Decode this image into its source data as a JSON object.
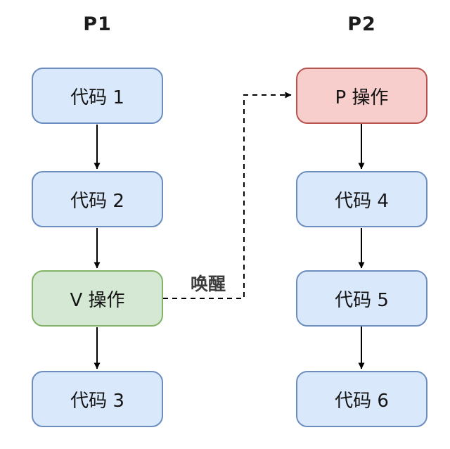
{
  "diagram": {
    "columns": [
      {
        "title": "P1",
        "nodes": [
          {
            "label": "代码 1",
            "type": "code"
          },
          {
            "label": "代码 2",
            "type": "code"
          },
          {
            "label": "V 操作",
            "type": "v-operation"
          },
          {
            "label": "代码 3",
            "type": "code"
          }
        ]
      },
      {
        "title": "P2",
        "nodes": [
          {
            "label": "P 操作",
            "type": "p-operation"
          },
          {
            "label": "代码 4",
            "type": "code"
          },
          {
            "label": "代码 5",
            "type": "code"
          },
          {
            "label": "代码 6",
            "type": "code"
          }
        ]
      }
    ],
    "wake_edge": {
      "label": "唤醒",
      "from": "V 操作",
      "to": "P 操作",
      "style": "dashed"
    },
    "colors": {
      "code_fill": "#dae8fc",
      "code_border": "#6c8ebf",
      "v_fill": "#d5e8d4",
      "v_border": "#82b366",
      "p_fill": "#f8cecc",
      "p_border": "#b85450",
      "arrow": "#000000",
      "edge_label_text": "#3d3d3d",
      "background": "#ffffff"
    }
  }
}
